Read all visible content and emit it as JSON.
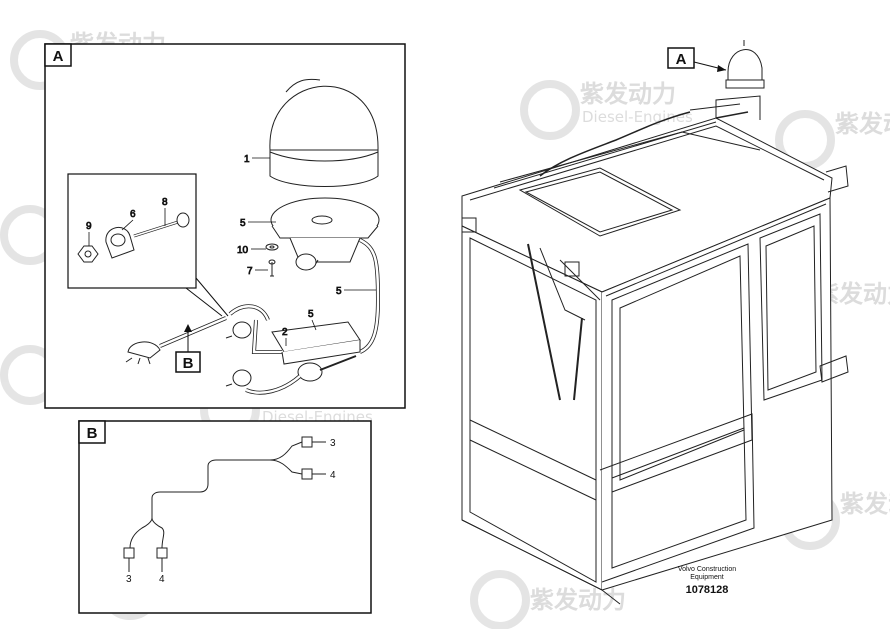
{
  "watermark": {
    "brand_cn": "紫发动力",
    "brand_en": "Diesel-Engines",
    "color": "#d9d9d9"
  },
  "views": {
    "a_label": "A",
    "b_label": "B"
  },
  "callouts": {
    "p1": "1",
    "p2": "2",
    "p3": "3",
    "p4": "4",
    "p5": "5",
    "p6": "6",
    "p7": "7",
    "p8": "8",
    "p9": "9",
    "p10": "10"
  },
  "footer": {
    "company_line1": "Volvo Construction",
    "company_line2": "Equipment",
    "drawing_number": "1078128"
  }
}
